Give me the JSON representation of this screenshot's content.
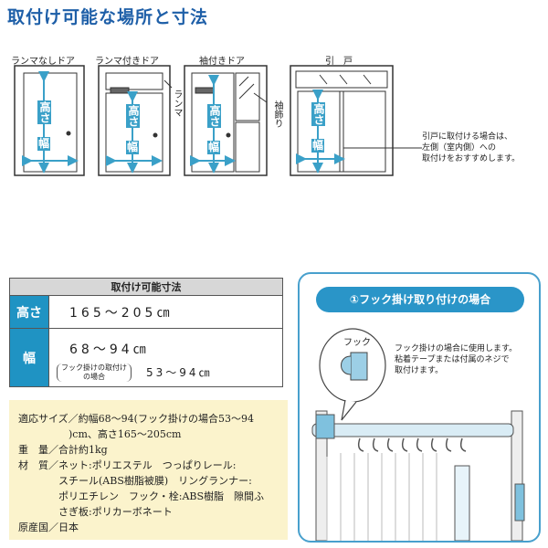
{
  "title": "取付け可能な場所と寸法",
  "doors": {
    "no_transom": "ランマなしドア",
    "with_transom": "ランマ付きドア",
    "with_side": "袖付きドア",
    "sliding": "引　戸",
    "transom_callout": "ランマ",
    "side_callout": "袖飾り",
    "height_label": "高さ",
    "width_label": "幅"
  },
  "sliding_note": [
    "引戸に取付ける場合は、",
    "左側（室内側）への",
    "取付けをおすすめします。"
  ],
  "spec_table": {
    "header": "取付け可能寸法",
    "height_key": "高さ",
    "height_value": "165～205㎝",
    "width_key": "幅",
    "width_value": "68～94㎝",
    "hook_note_1": "フック掛けの取付け",
    "hook_note_2": "の場合",
    "hook_value": "53～94㎝"
  },
  "materials": {
    "lines": [
      "適応サイズ／約幅68～94(フック掛けの場合53～94",
      "　　　　　)cm、高さ165～205cm",
      "重　量／合計約1kg",
      "材　質／ネット:ポリエステル　つっぱりレール:",
      "　　　　スチール(ABS樹脂被膜)　リングランナー:",
      "　　　　ポリエチレン　フック・栓:ABS樹脂　隙間ふ",
      "　　　　さぎ板:ポリカーボネート",
      "原産国／日本"
    ]
  },
  "hook_panel": {
    "title": "①フック掛け取り付けの場合",
    "hook_label": "フック",
    "desc": [
      "フック掛けの場合に使用します。",
      "粘着テープまたは付属のネジで",
      "取付けます。"
    ]
  },
  "colors": {
    "accent": "#1e93c3",
    "title": "#1e5fa8",
    "cream": "#fbf3cc"
  }
}
